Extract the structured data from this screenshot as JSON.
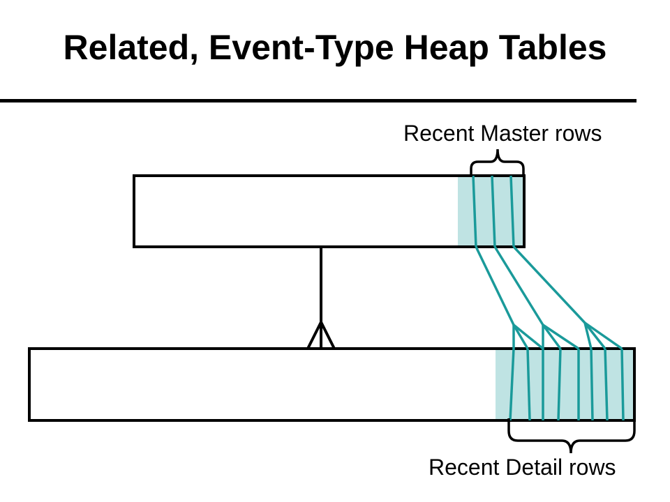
{
  "slide": {
    "title": "Related, Event-Type Heap Tables"
  },
  "labels": {
    "recent_master": "Recent Master rows",
    "recent_detail": "Recent Detail rows"
  },
  "colors": {
    "recent_region_fill": "#bfe3e3",
    "row_line": "#1a9a9a",
    "outline": "#000000"
  }
}
